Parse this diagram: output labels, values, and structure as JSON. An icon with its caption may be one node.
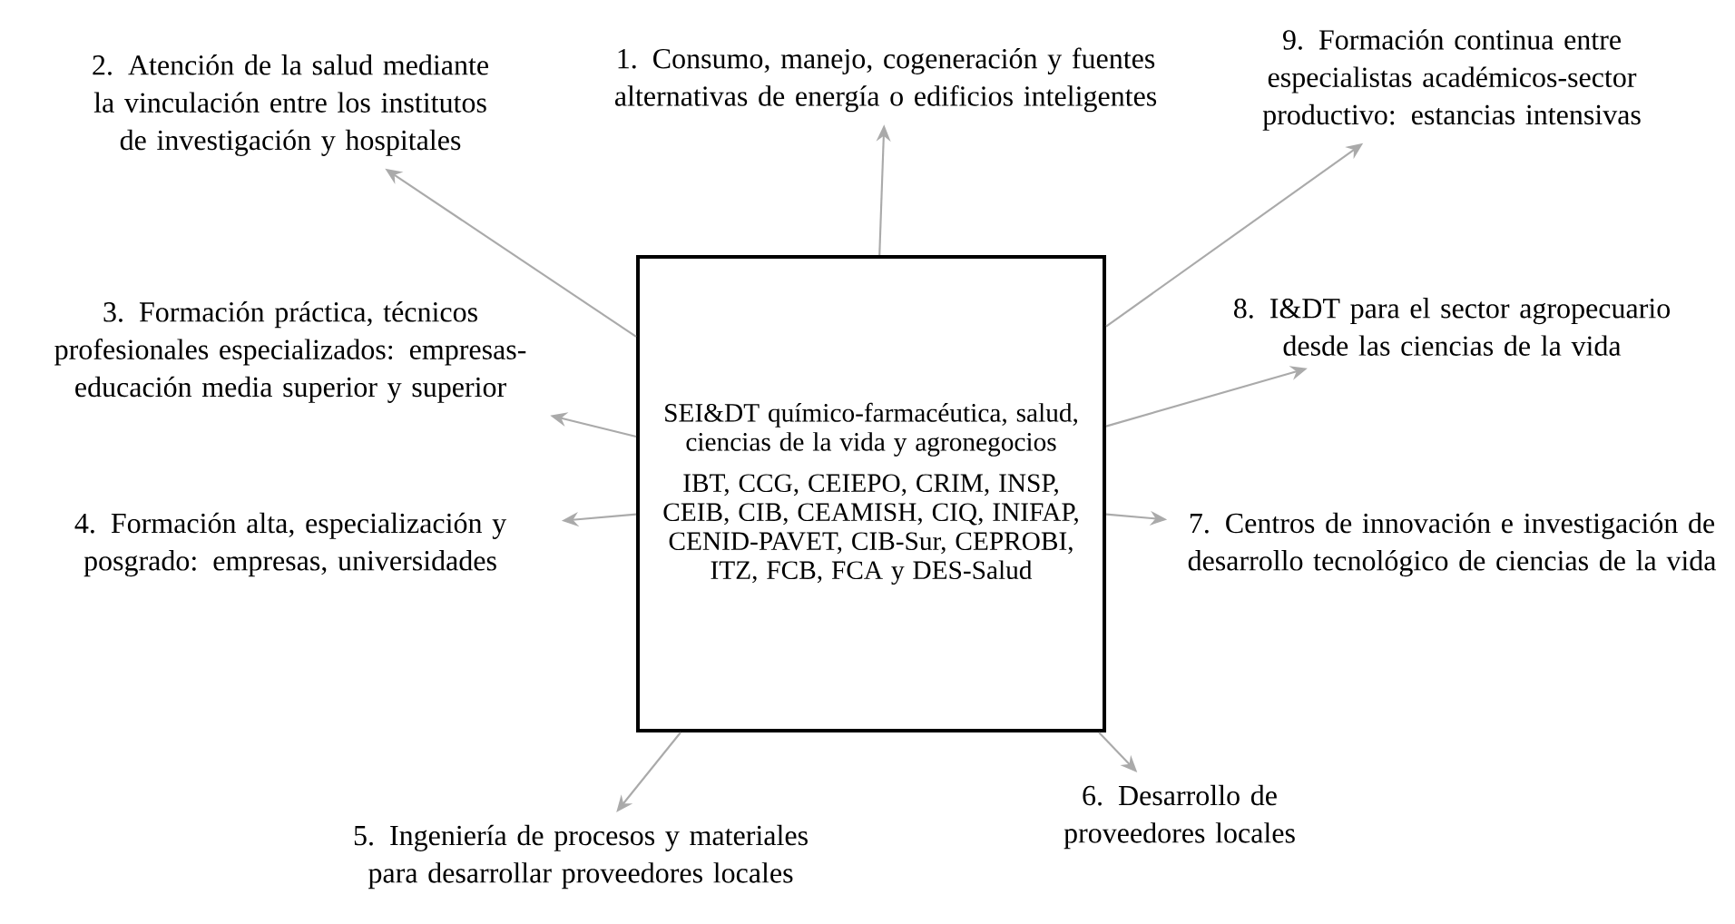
{
  "diagram": {
    "nodes": [
      {
        "text": [
          "SEI&DT químico-farmacéutica, salud, ciencias de la vida y agronegocios",
          "IBT, CCG, CEIEPO, CRIM, INSP, CEIB, CIB, CEAMISH, CIQ, INIFAP, CENID-PAVET, CIB-Sur, CEPROBI, ITZ, FCB, FCA y DES-Salud"
        ]
      },
      {
        "text": [
          "2. Atención de la salud mediante la vinculación entre los institutos de investigación y hospitales"
        ]
      },
      {
        "text": [
          "1. Consumo, manejo, cogeneración y fuentes alternativas de energía o edificios inteligentes"
        ]
      },
      {
        "text": [
          "9. Formación continua entre especialistas académicos-sector productivo: estancias intensivas"
        ]
      },
      {
        "text": [
          "3. Formación práctica, técnicos profesionales especializados: empresas-educación media superior y superior"
        ]
      },
      {
        "text": [
          "8. I&DT para el sector agropecuario desde las ciencias de la vida"
        ]
      },
      {
        "text": [
          "4. Formación alta, especialización y posgrado: empresas, universidades"
        ]
      },
      {
        "text": [
          "7. Centros de innovación e investigación de desarrollo tecnológico de ciencias de la vida"
        ]
      },
      {
        "text": [
          "5. Ingeniería de procesos y materiales para desarrollar proveedores locales"
        ]
      },
      {
        "text": [
          "6. Desarrollo de proveedores locales"
        ]
      }
    ],
    "edges": [
      {
        "from": 0,
        "to": 1,
        "arrow": "to"
      },
      {
        "from": 0,
        "to": 2,
        "arrow": "to"
      },
      {
        "from": 0,
        "to": 3,
        "arrow": "to"
      },
      {
        "from": 0,
        "to": 4,
        "arrow": "to"
      },
      {
        "from": 0,
        "to": 5,
        "arrow": "to"
      },
      {
        "from": 0,
        "to": 6,
        "arrow": "to"
      },
      {
        "from": 0,
        "to": 7,
        "arrow": "to"
      },
      {
        "from": 0,
        "to": 8,
        "arrow": "to"
      },
      {
        "from": 0,
        "to": 9,
        "arrow": "to"
      }
    ]
  }
}
